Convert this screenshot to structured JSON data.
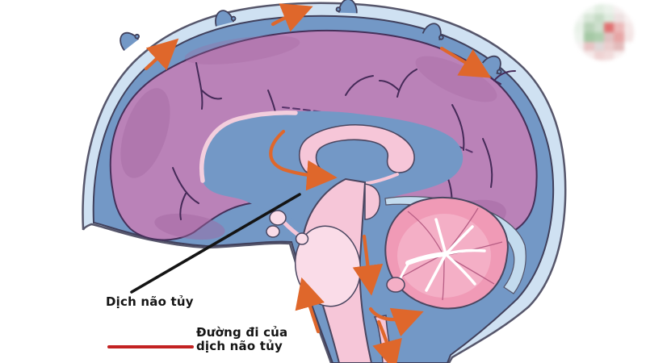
{
  "diagram": {
    "name": "csf-circulation-brain-diagram",
    "background": "#ffffff",
    "labels": {
      "csf": "Dịch não tủy",
      "legend_line1": "Đường đi của",
      "legend_line2": "dịch não tủy"
    },
    "colors": {
      "skull_layer": "#cfe1f2",
      "csf_space": "#7398c6",
      "outline_dark": "#46435c",
      "cerebrum": "#ba82b8",
      "cerebrum_shade": "#a266a0",
      "sulci": "#452a58",
      "dashed_line": "#57336a",
      "pale_pink_arc": "#f3cedd",
      "pink_structures": "#f6c6d8",
      "pons": "#fadce8",
      "cerebellum_outer": "#f09ab6",
      "cerebellum_inner": "#f4afc6",
      "tentorium": "#c3dbee",
      "flow_arrow": "#df672b",
      "legend_line": "#c32222",
      "pointer_line": "#141414"
    },
    "icons": {
      "watermark": "circular-logo-watermark",
      "arrows": "csf-flow-arrow"
    }
  }
}
